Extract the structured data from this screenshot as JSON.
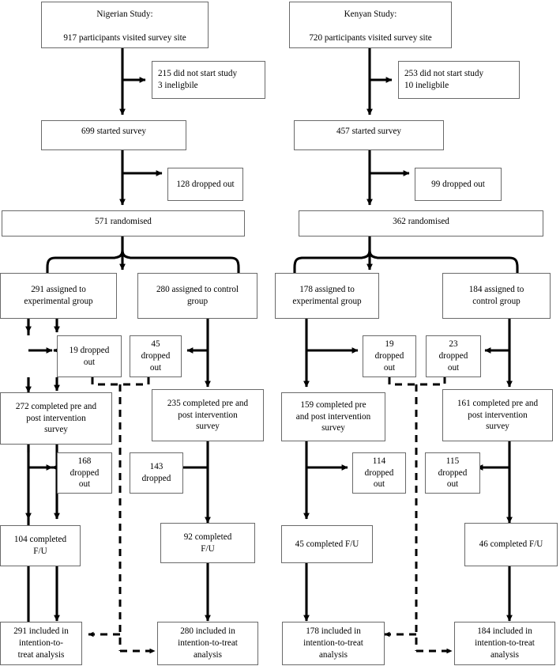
{
  "diagram": {
    "title": "CONSORT participant flow diagram for Nigerian and Kenyan studies",
    "stroke_color": "#000000",
    "box_border_color": "#6a6a6a",
    "background": "#ffffff"
  },
  "nigerian": {
    "header": "Nigerian Study:\n\n917 participants visited survey site",
    "excluded_1": "215 did  not start study\n3 ineligbile",
    "started": "699 started survey",
    "dropped_1": "128 dropped out",
    "randomised": "571 randomised",
    "exp_assigned": "291 assigned to\nexperimental group",
    "ctrl_assigned": "280 assigned to control\ngroup",
    "exp_dropped_1": "19 dropped\nout",
    "ctrl_dropped_1": "45\ndropped\nout",
    "exp_prepost": "272 completed pre and\npost intervention\nsurvey",
    "ctrl_prepost": "235 completed pre and\npost intervention\nsurvey",
    "exp_dropped_2": "168\ndropped\nout",
    "ctrl_dropped_2": "143\ndropped",
    "exp_fu": "104 completed\nF/U",
    "ctrl_fu": "92 completed\nF/U",
    "exp_itt": "291 included in\nintention-to-\ntreat analysis",
    "ctrl_itt": "280 included in\nintention-to-treat\nanalysis"
  },
  "kenyan": {
    "header": "Kenyan Study:\n\n720 participants visited survey site",
    "excluded_1": "253 did  not start study\n10 ineligbile",
    "started": "457 started survey",
    "dropped_1": "99 dropped out",
    "randomised": "362 randomised",
    "exp_assigned": "178 assigned to\nexperimental group",
    "ctrl_assigned": "184 assigned to\ncontrol group",
    "exp_dropped_1": "19\ndropped\nout",
    "ctrl_dropped_1": "23\ndropped\nout",
    "exp_prepost": "159 completed pre\nand post intervention\nsurvey",
    "ctrl_prepost": "161 completed pre and\npost intervention\nsurvey",
    "exp_dropped_2": "114\ndropped\nout",
    "ctrl_dropped_2": "115\ndropped\nout",
    "exp_fu": "45 completed F/U",
    "ctrl_fu": "46 completed F/U",
    "exp_itt": "178 included in\nintention-to-treat\nanalysis",
    "ctrl_itt": "184 included in\nintention-to-treat\nanalysis"
  }
}
